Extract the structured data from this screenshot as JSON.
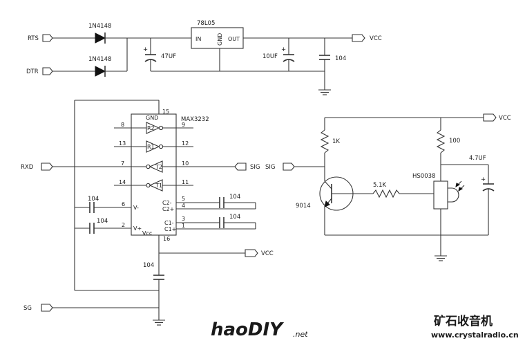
{
  "ports": {
    "rts": "RTS",
    "dtr": "DTR",
    "vcc_top": "VCC",
    "rxd": "RXD",
    "sig_out": "SIG",
    "sig_in": "SIG",
    "vcc_right": "VCC",
    "vcc_mid": "VCC",
    "sg": "SG"
  },
  "components": {
    "d1": "1N4148",
    "d2": "1N4148",
    "regulator": "78L05",
    "reg_in": "IN",
    "reg_gnd": "GND",
    "reg_out": "OUT",
    "c_47uf": "47UF",
    "c_10uf": "10UF",
    "c_104_top": "104",
    "ic": "MAX3232",
    "ic_gnd": "GND",
    "ic_r2": "R2",
    "ic_r1": "R1",
    "ic_t2": "T2",
    "ic_t1": "T1",
    "ic_vminus": "V-",
    "ic_vplus": "V+",
    "ic_vcc": "Vcc",
    "ic_c2m": "C2-",
    "ic_c2p": "C2+",
    "ic_c1m": "C1-",
    "ic_c1p": "C1+",
    "c_104_a": "104",
    "c_104_b": "104",
    "c_104_c": "104",
    "c_104_d": "104",
    "c_104_vcc": "104",
    "r_1k": "1K",
    "r_100": "100",
    "r_5k1": "5.1K",
    "c_47uf_right": "4.7UF",
    "transistor": "9014",
    "receiver": "HS0038"
  },
  "pins": {
    "p15": "15",
    "p8": "8",
    "p9": "9",
    "p13": "13",
    "p12": "12",
    "p7": "7",
    "p10": "10",
    "p14": "14",
    "p11": "11",
    "p6": "6",
    "p5": "5",
    "p4": "4",
    "p3": "3",
    "p1": "1",
    "p2": "2",
    "p16": "16"
  },
  "watermark": {
    "brand": "haoDIY",
    "brand_suffix": ".net",
    "site_cn": "矿石收音机",
    "site_url": "www.crystalradio.cn"
  }
}
